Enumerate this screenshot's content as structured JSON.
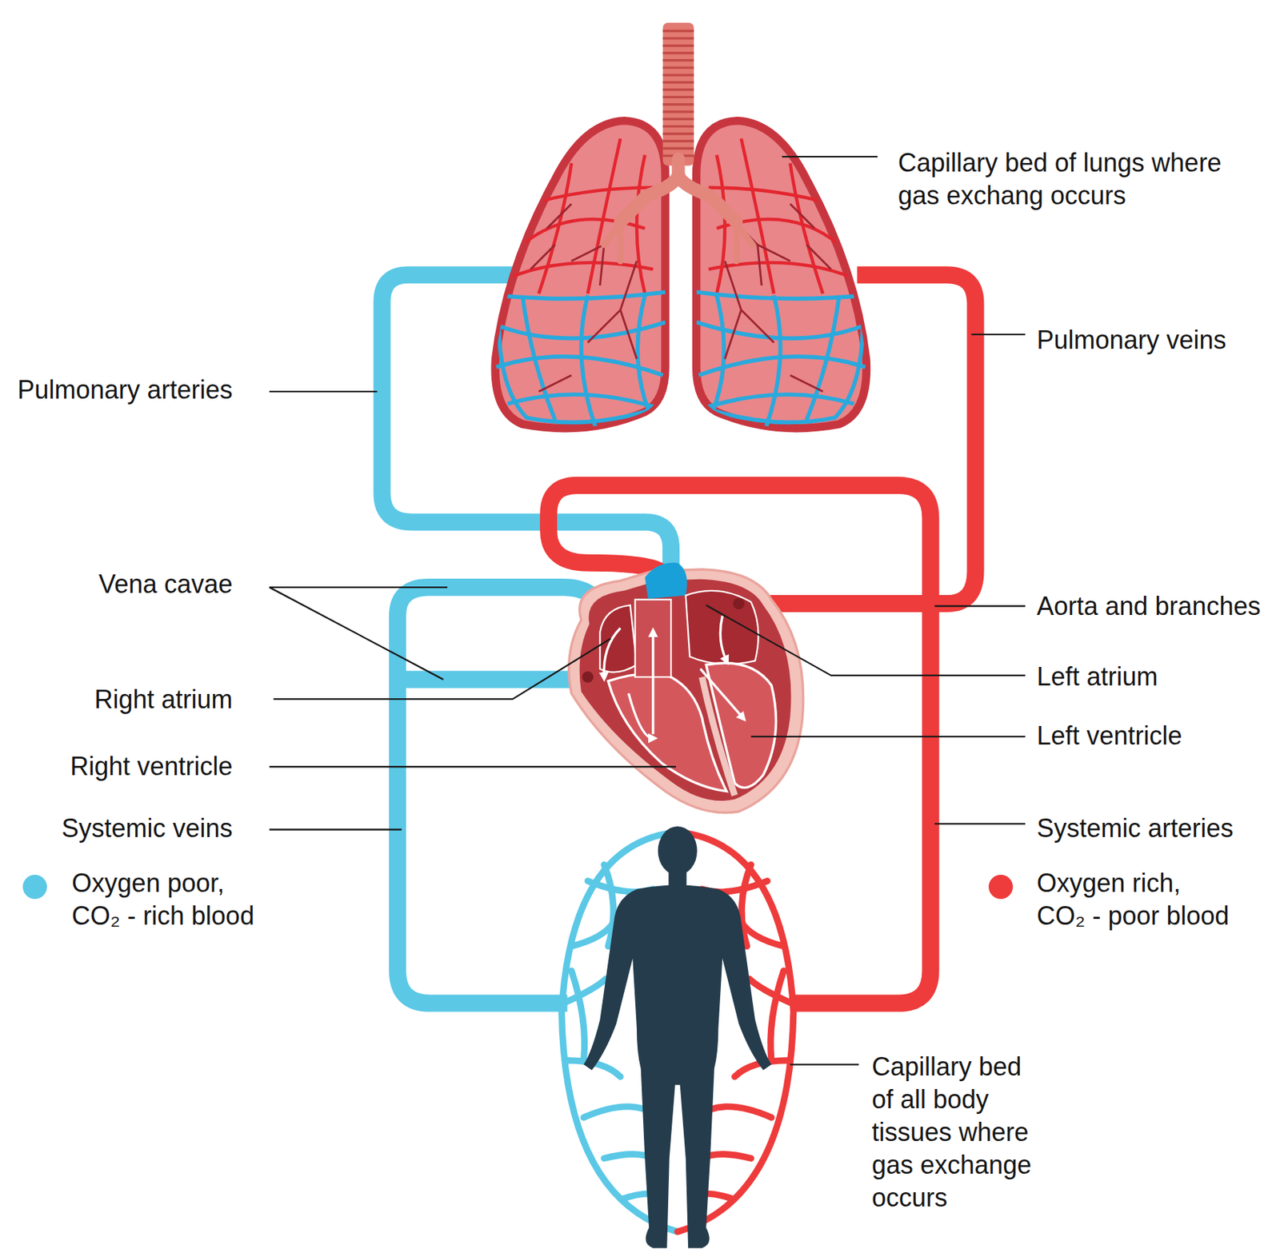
{
  "diagram": {
    "labels": [
      "Capillary bed of lungs where gas exchang occurs",
      "Pulmonary veins",
      "Pulmonary arteries",
      "Vena cavae",
      "Right atrium",
      "Right ventricle",
      "Systemic veins",
      "Aorta and branches",
      "Left atrium",
      "Left ventricle",
      "Systemic arteries",
      "Capillary bed of all body tissues where gas exchange occurs"
    ],
    "legend": [
      {
        "text": "Oxygen poor, CO₂ - rich blood",
        "color": "#5bc8e6"
      },
      {
        "text": "Oxygen rich, CO₂ - poor blood",
        "color": "#ee3b3b"
      }
    ]
  }
}
